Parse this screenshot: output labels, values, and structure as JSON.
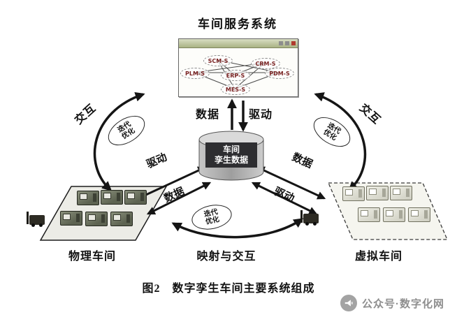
{
  "diagram": {
    "service_system": {
      "title": "车间服务系统",
      "modules": [
        "SCM-S",
        "CRM-S",
        "PLM-S",
        "ERP-S",
        "PDM-S",
        "MES-S"
      ]
    },
    "twin_data": {
      "line1": "车间",
      "line2": "孪生数据"
    },
    "physical_workshop": {
      "label": "物理车间"
    },
    "virtual_workshop": {
      "label": "虚拟车间"
    },
    "arrows": {
      "data_up": "数据",
      "drive_down": "驱动",
      "interact_left": "交互",
      "interact_right": "交互",
      "drive_left": "驱动",
      "data_left": "数据",
      "data_right": "数据",
      "drive_right": "驱动",
      "mapping_interaction": "映射与交互",
      "iterative_optimization": "迭代优化"
    },
    "caption": "图2　数字孪生车间主要系统组成"
  },
  "watermark": {
    "text": "公众号·数字化网"
  },
  "colors": {
    "arrow": "#151515",
    "module_text": "#7a2323",
    "titlebar": "#a9b284",
    "cylinder_label_bg": "#2e2e31"
  }
}
